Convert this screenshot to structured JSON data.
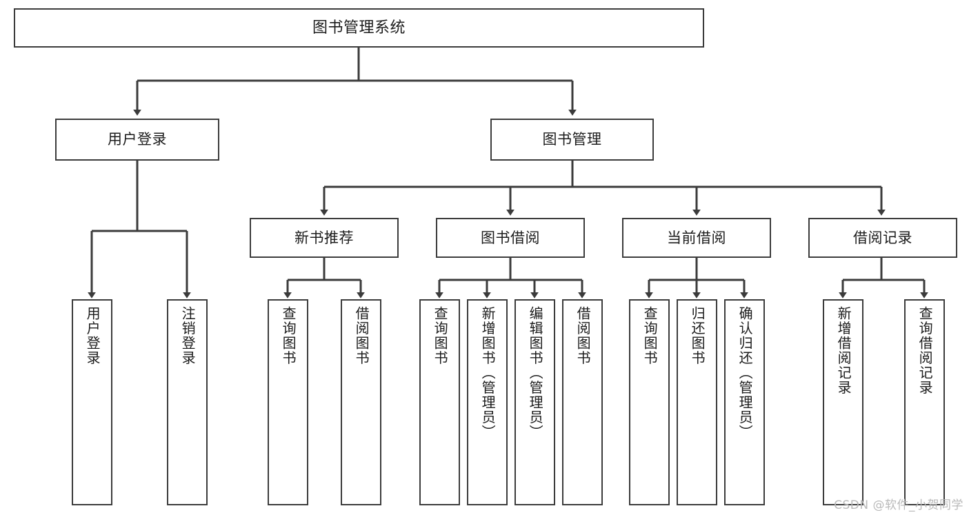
{
  "diagram": {
    "title": "图书管理系统",
    "watermark": "CSDN @软件_小贺同学",
    "colors": {
      "box_border": "#3b3b3b",
      "box_fill": "#ffffff",
      "edge": "#3b3b3b",
      "text": "#1b1b1b",
      "background": "#ffffff",
      "watermark": "#b9b9b9"
    },
    "level1": [
      {
        "id": "user-login",
        "label": "用户登录"
      },
      {
        "id": "book-management",
        "label": "图书管理"
      }
    ],
    "level2": [
      {
        "id": "new-book-recommend",
        "label": "新书推荐"
      },
      {
        "id": "book-borrow",
        "label": "图书借阅"
      },
      {
        "id": "current-borrow",
        "label": "当前借阅"
      },
      {
        "id": "borrow-record",
        "label": "借阅记录"
      }
    ],
    "leaves": {
      "user_login": [
        {
          "id": "leaf-user-login",
          "label": "用户登录"
        },
        {
          "id": "leaf-logout-login",
          "label": "注销登录"
        }
      ],
      "new_book_recommend": [
        {
          "id": "leaf-query-book-1",
          "label": "查询图书"
        },
        {
          "id": "leaf-borrow-book-1",
          "label": "借阅图书"
        }
      ],
      "book_borrow": [
        {
          "id": "leaf-query-book-2",
          "label": "查询图书"
        },
        {
          "id": "leaf-add-book-admin",
          "label": "新增图书（管理员）"
        },
        {
          "id": "leaf-edit-book-admin",
          "label": "编辑图书（管理员）"
        },
        {
          "id": "leaf-borrow-book-2",
          "label": "借阅图书"
        }
      ],
      "current_borrow": [
        {
          "id": "leaf-query-book-3",
          "label": "查询图书"
        },
        {
          "id": "leaf-return-book",
          "label": "归还图书"
        },
        {
          "id": "leaf-confirm-return-admin",
          "label": "确认归还（管理员）"
        }
      ],
      "borrow_record": [
        {
          "id": "leaf-add-borrow-record",
          "label": "新增借阅记录"
        },
        {
          "id": "leaf-query-borrow-record",
          "label": "查询借阅记录"
        }
      ]
    }
  }
}
